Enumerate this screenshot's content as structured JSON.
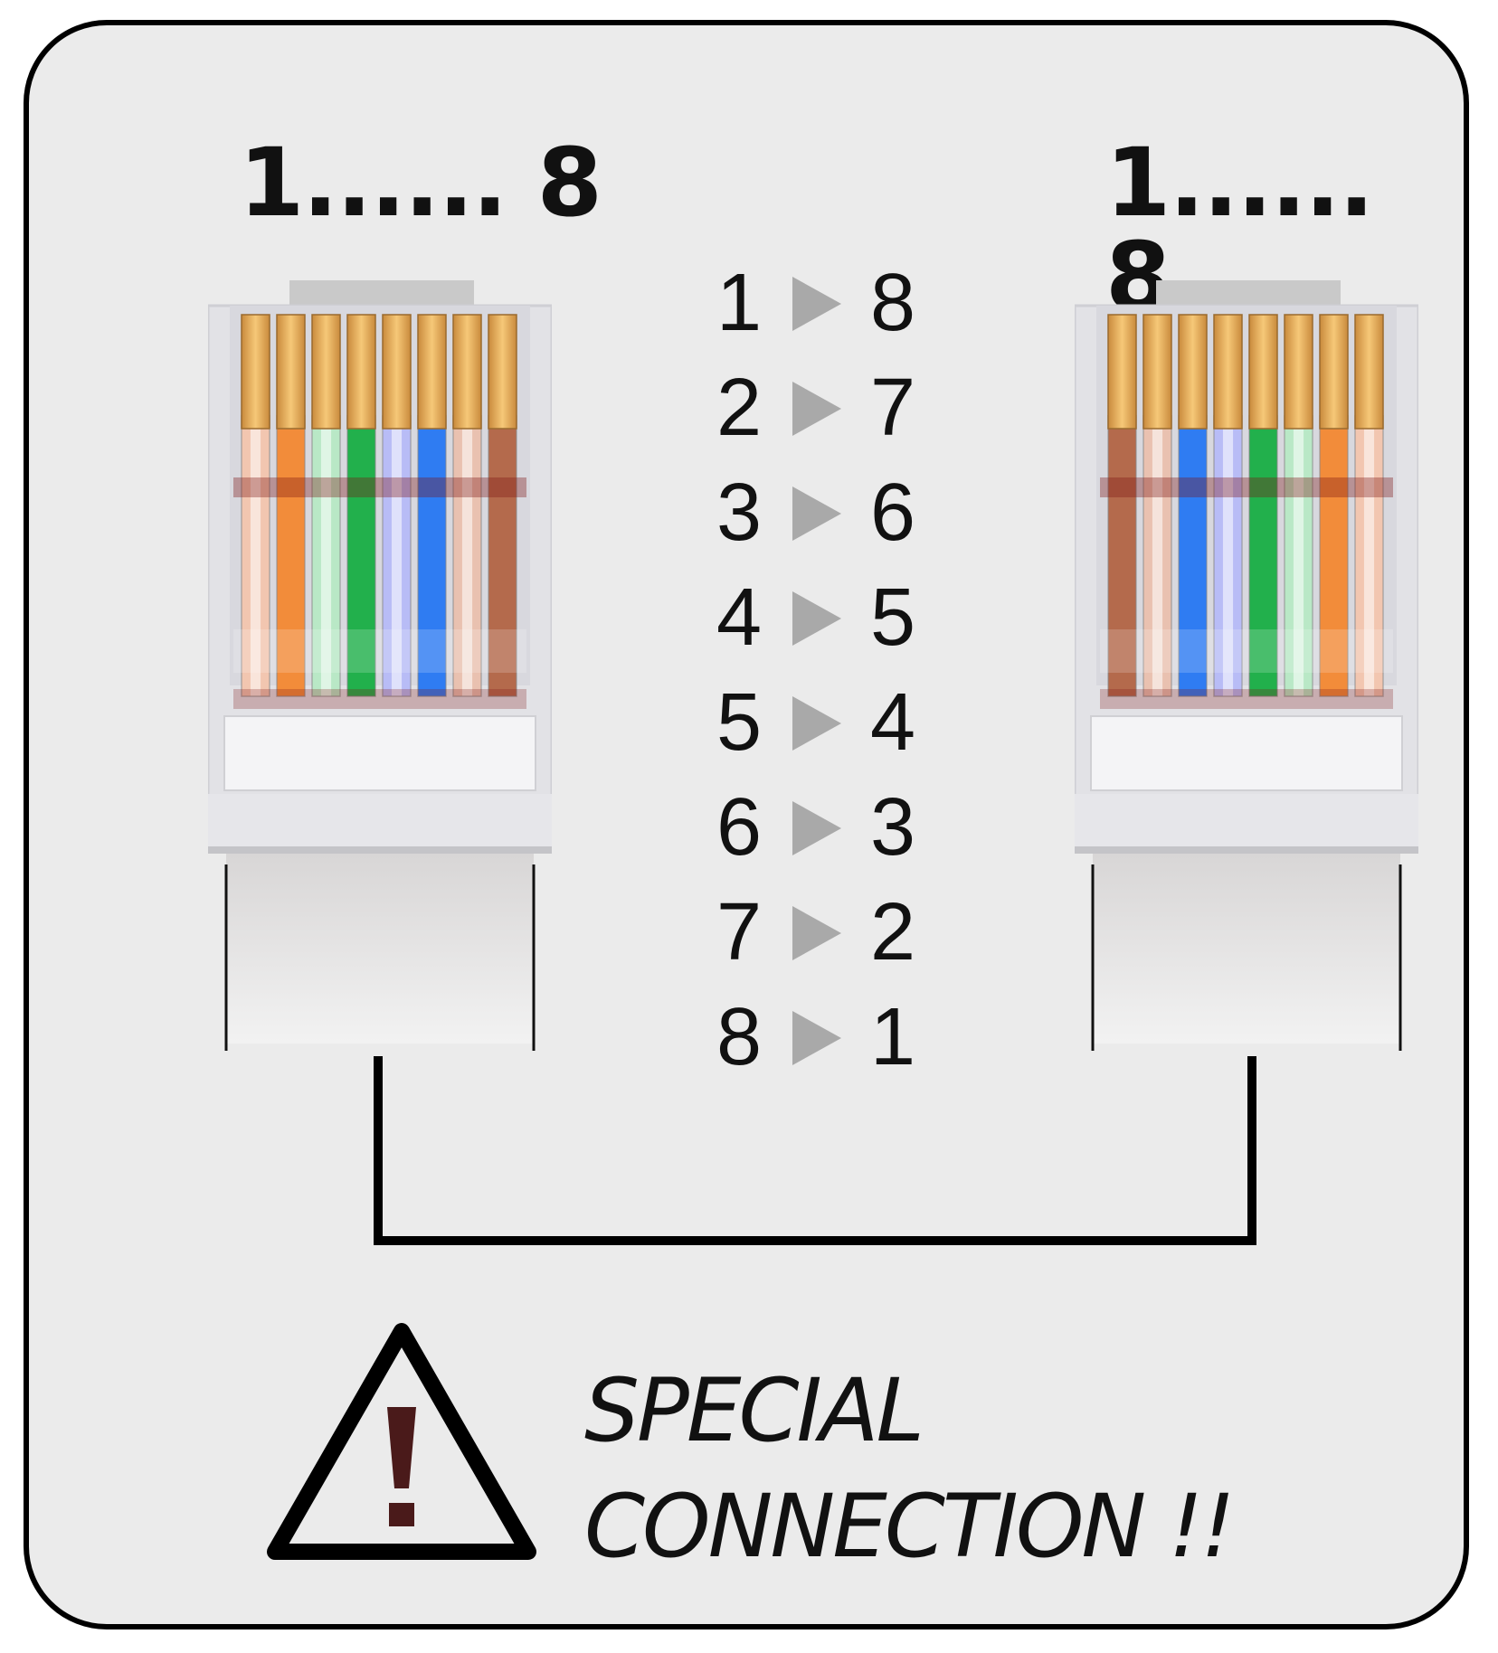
{
  "diagram": {
    "left_connector_label": "1...... 8",
    "right_connector_label": "1...... 8",
    "pin_mapping": [
      {
        "from": "1",
        "to": "8"
      },
      {
        "from": "2",
        "to": "7"
      },
      {
        "from": "3",
        "to": "6"
      },
      {
        "from": "4",
        "to": "5"
      },
      {
        "from": "5",
        "to": "4"
      },
      {
        "from": "6",
        "to": "3"
      },
      {
        "from": "7",
        "to": "2"
      },
      {
        "from": "8",
        "to": "1"
      }
    ],
    "warning": {
      "line1": "SPECIAL",
      "line2": "CONNECTION !!",
      "icon": "warning-triangle-icon"
    },
    "colors": {
      "panel_background": "#ebebeb",
      "border": "#000000",
      "arrow": "#a9a9a9",
      "warning_mark": "#4a1a1a",
      "contact_gold": "#e9a654"
    },
    "left_wires": [
      {
        "color": "#f2c6b0",
        "stripe": "#ffffff"
      },
      {
        "color": "#f28c3a",
        "stripe": null
      },
      {
        "color": "#b9e8c6",
        "stripe": "#ffffff"
      },
      {
        "color": "#22b04c",
        "stripe": null
      },
      {
        "color": "#b8bcf6",
        "stripe": "#ffffff"
      },
      {
        "color": "#2f7cf2",
        "stripe": null
      },
      {
        "color": "#e9c1b0",
        "stripe": "#ffffff"
      },
      {
        "color": "#b46a4c",
        "stripe": null
      }
    ],
    "right_wires": [
      {
        "color": "#b46a4c",
        "stripe": null
      },
      {
        "color": "#e9c1b0",
        "stripe": "#ffffff"
      },
      {
        "color": "#2f7cf2",
        "stripe": null
      },
      {
        "color": "#b8bcf6",
        "stripe": "#ffffff"
      },
      {
        "color": "#22b04c",
        "stripe": null
      },
      {
        "color": "#b9e8c6",
        "stripe": "#ffffff"
      },
      {
        "color": "#f28c3a",
        "stripe": null
      },
      {
        "color": "#f2c6b0",
        "stripe": "#ffffff"
      }
    ]
  }
}
